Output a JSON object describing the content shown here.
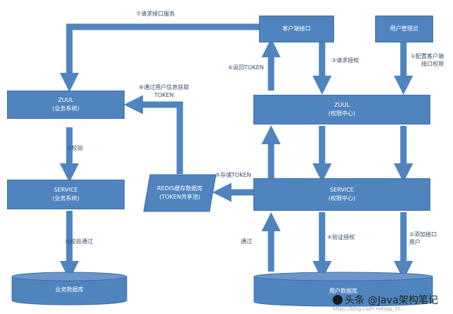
{
  "nodes": {
    "client_api": "客户端接口",
    "user_admin": "用户管理员",
    "zuul_business": [
      "ZUUL",
      "(业务系统)"
    ],
    "zuul_auth": [
      "ZUUL",
      "(权限中心)"
    ],
    "service_business": [
      "SERVICE",
      "(业务系统)"
    ],
    "service_auth": [
      "SERVICE",
      "(权限中心)"
    ],
    "redis": [
      "REDIS缓存数据库",
      "(TOKEN共享池)"
    ],
    "business_db": "业务数据库",
    "user_db": "用户数据库"
  },
  "edges": {
    "e7": "⑦请求接口服务",
    "e6": "⑥返回TOKEN",
    "e3": "③请求授权",
    "e1": [
      "①配置客户端",
      "接口权限"
    ],
    "e8": [
      "⑧通过用户信息获取",
      "TOKEN"
    ],
    "e9": "⑨校验",
    "e5": "⑤存储TOKEN",
    "e10": "⑩校验通过",
    "pass": "通过",
    "e4": "④验证授权",
    "e2": [
      "②添加接口",
      "用户"
    ]
  },
  "watermark": {
    "text": "头条 @Java架构笔记",
    "url_fragment": "https://blog.csdn.net/qq_35..."
  },
  "colors": {
    "node_fill": "#4f84bf",
    "arrow": "#4f84bf",
    "label_text": "#3a4c66"
  }
}
